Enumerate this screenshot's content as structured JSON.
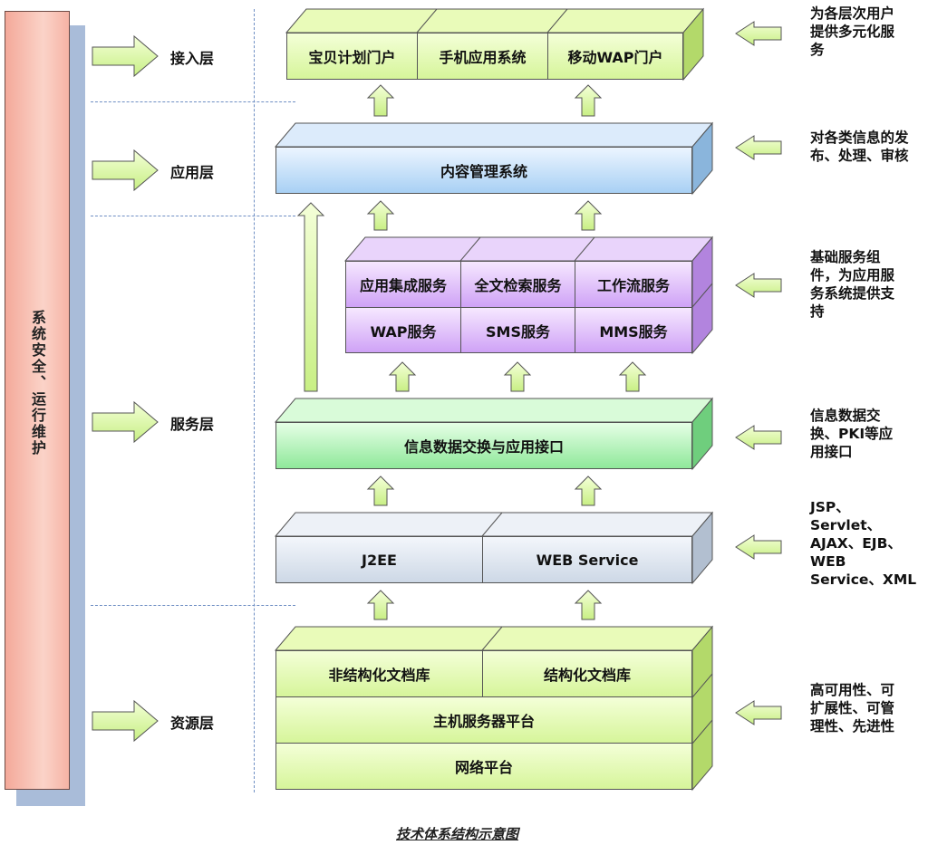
{
  "security_bar": {
    "label": "系统安全、运行维护"
  },
  "layers": {
    "access": "接入层",
    "application": "应用层",
    "service": "服务层",
    "resource": "资源层"
  },
  "boxes": {
    "access": [
      "宝贝计划门户",
      "手机应用系统",
      "移动WAP门户"
    ],
    "cms": "内容管理系统",
    "service_top": [
      "应用集成服务",
      "全文检索服务",
      "工作流服务"
    ],
    "service_bottom": [
      "WAP服务",
      "SMS服务",
      "MMS服务"
    ],
    "exchange": "信息数据交换与应用接口",
    "platform": [
      "J2EE",
      "WEB Service"
    ],
    "docs": [
      "非结构化文档库",
      "结构化文档库"
    ],
    "host": "主机服务器平台",
    "network": "网络平台"
  },
  "descriptions": {
    "access": "为各层次用户\n提供多元化服\n务",
    "application": "对各类信息的发\n布、处理、审核",
    "service": "基础服务组\n件，为应用服\n务系统提供支\n持",
    "exchange": "信息数据交\n换、PKI等应\n用接口",
    "platform": "JSP、\nServlet、\nAJAX、EJB、\nWEB\nService、XML",
    "resource": "高可用性、可\n扩展性、可管\n理性、先进性"
  },
  "caption": "技术体系结构示意图",
  "colors": {
    "green": "#d6f59a",
    "blue": "#a8d0f4",
    "purple": "#cfa2f6",
    "mint": "#8fe89a",
    "gray": "#cdd8e6",
    "security": "#f4a99a",
    "dash": "#6f8fc4"
  }
}
